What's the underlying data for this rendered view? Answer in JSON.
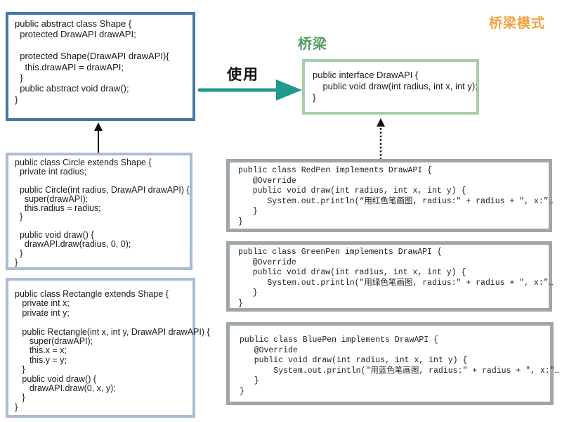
{
  "title": "桥梁模式",
  "labels": {
    "bridge": "桥梁",
    "use": "使用"
  },
  "colors": {
    "title_orange": "#F2A23E",
    "bridge_green": "#579C63",
    "arrow_teal": "#1F9A8D",
    "shape_border": "#4478A6",
    "subclass_border": "#AABCD5",
    "interface_border": "#A6CFA9",
    "pen_border": "#9EA7A5",
    "arrow_black": "#111111"
  },
  "code_boxes": {
    "shape": "public abstract class Shape {\n  protected DrawAPI drawAPI;\n\n  protected Shape(DrawAPI drawAPI){\n    this.drawAPI = drawAPI;\n  }\n  public abstract void draw();\n}",
    "circle": "public class Circle extends Shape {\n  private int radius;\n\n  public Circle(int radius, DrawAPI drawAPI) {\n    super(drawAPI);\n    this.radius = radius;\n  }\n\n  public void draw() {\n    drawAPI.draw(radius, 0, 0);\n  }\n}",
    "rectangle": "public class Rectangle extends Shape {\n   private int x;\n   private int y;\n\n   public Rectangle(int x, int y, DrawAPI drawAPI) {\n      super(drawAPI);\n      this.x = x;\n      this.y = y;\n   }\n   public void draw() {\n      drawAPI.draw(0, x, y);\n   }\n}",
    "drawapi": "public interface DrawAPI {\n    public void draw(int radius, int x, int y);\n}",
    "redpen": "public class RedPen implements DrawAPI {\n   @Override\n   public void draw(int radius, int x, int y) {\n      System.out.println(“用红色笔画图, radius:\" + radius + \", x:”…\n   }\n}",
    "greenpen": "public class GreenPen implements DrawAPI {\n   @Override\n   public void draw(int radius, int x, int y) {\n      System.out.println(\"用绿色笔画图, radius:\" + radius + \", x:”…\n   }\n}",
    "bluepen": "public class BluePen implements DrawAPI {\n   @Override\n   public void draw(int radius, int x, int y) {\n       System.out.println(\"用蓝色笔画图, radius:\" + radius + \", x:\"…\n   }\n}"
  }
}
